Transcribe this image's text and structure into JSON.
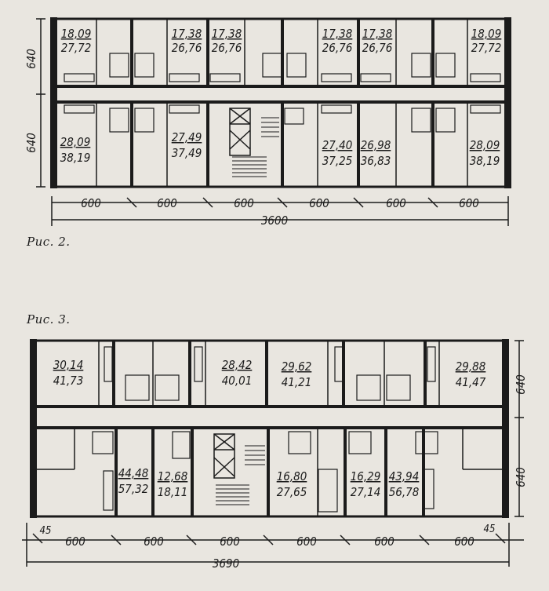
{
  "fig2": {
    "caption": "Рис. 2.",
    "height_dims": [
      "640",
      "640"
    ],
    "width_dims": [
      "600",
      "600",
      "600",
      "600",
      "600",
      "600"
    ],
    "total_width": "3600",
    "upper_units": [
      {
        "living": "18,09",
        "total": "27,72"
      },
      {
        "living": "17,38",
        "total": "26,76"
      },
      {
        "living": "17,38",
        "total": "26,76"
      },
      {
        "living": "17,38",
        "total": "26,76"
      },
      {
        "living": "17,38",
        "total": "26,76"
      },
      {
        "living": "18,09",
        "total": "27,72"
      }
    ],
    "lower_units": [
      {
        "living": "28,09",
        "total": "38,19"
      },
      {
        "living": "27,49",
        "total": "37,49"
      },
      {
        "living": "27,40",
        "total": "37,25"
      },
      {
        "living": "26,98",
        "total": "36,83"
      },
      {
        "living": "28,09",
        "total": "38,19"
      }
    ]
  },
  "fig3": {
    "caption": "Рис. 3.",
    "height_dims": [
      "640",
      "640"
    ],
    "width_dims": [
      "600",
      "600",
      "600",
      "600",
      "600",
      "600"
    ],
    "edge_dims": [
      "45",
      "45"
    ],
    "total_width": "3690",
    "upper_units": [
      {
        "living": "30,14",
        "total": "41,73"
      },
      {
        "living": "28,42",
        "total": "40,01"
      },
      {
        "living": "29,62",
        "total": "41,21"
      },
      {
        "living": "29,88",
        "total": "41,47"
      }
    ],
    "lower_units": [
      {
        "living": "44,48",
        "total": "57,32"
      },
      {
        "living": "12,68",
        "total": "18,11"
      },
      {
        "living": "16,80",
        "total": "27,65"
      },
      {
        "living": "16,29",
        "total": "27,14"
      },
      {
        "living": "43,94",
        "total": "56,78"
      }
    ]
  }
}
